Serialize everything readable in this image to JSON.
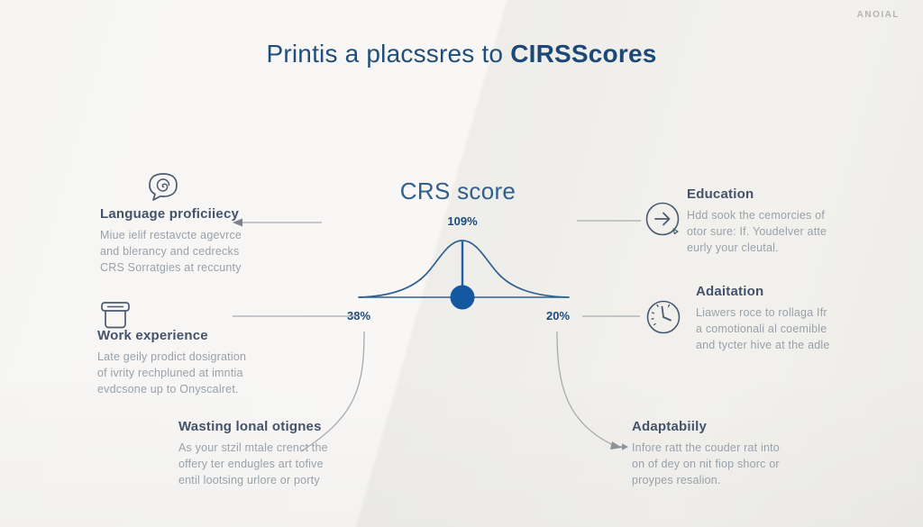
{
  "watermark": "ANOIAL",
  "title": {
    "regular": "Printis a placssres to",
    "bold": "CIRSScores"
  },
  "chart": {
    "heading": "CRS score",
    "top_value": "109%",
    "left_value": "38%",
    "right_value": "20%",
    "shape": "bell-curve"
  },
  "sections": {
    "language": {
      "heading": "Language proficiiecy",
      "lines": [
        "Miue ielif restavcte agevrce",
        "and blerancy and cedrecks",
        "CRS Sorratgies at reccunty"
      ]
    },
    "work": {
      "heading": "Work experience",
      "lines": [
        "Late geily prodict dosigration",
        "of ivrity rechpluned at imntia",
        "evdcsone up to Onyscalret."
      ]
    },
    "wasting": {
      "heading": "Wasting lonal otignes",
      "lines": [
        "As your stzil mtale crenct the",
        "offery ter endugles art tofive",
        "entil lootsing urlore or porty"
      ]
    },
    "education": {
      "heading": "Education",
      "lines": [
        "Hdd sook the cemorcies of",
        "otor sure: If. Youdelver atte",
        "eurly your cleutal."
      ]
    },
    "adaptation": {
      "heading": "Adaitation",
      "lines": [
        "Liawers roce to rollaga Ifr",
        "a comotionali al coemible",
        "and tycter hive at the adle"
      ]
    },
    "adaptability": {
      "heading": "Adaptabiily",
      "lines": [
        "Infore ratt the couder rat into",
        "on of dey on nit fiop shorc or",
        "proypes resalion."
      ]
    }
  },
  "icons": {
    "language": "speech-bubble-spiral",
    "work": "briefcase",
    "education": "circle-arrow-right",
    "adaptation": "clock",
    "adaptability": "arrow-right",
    "language_pointer": "arrow-left"
  },
  "colors": {
    "title_navy": "#1f4e7c",
    "curve_stroke": "#2e618f",
    "dot_fill": "#1458a2",
    "heading_text": "#44536a",
    "body_text": "#98a1ab",
    "connector_gray": "#a6abb0",
    "background": "#f2f1ed"
  }
}
